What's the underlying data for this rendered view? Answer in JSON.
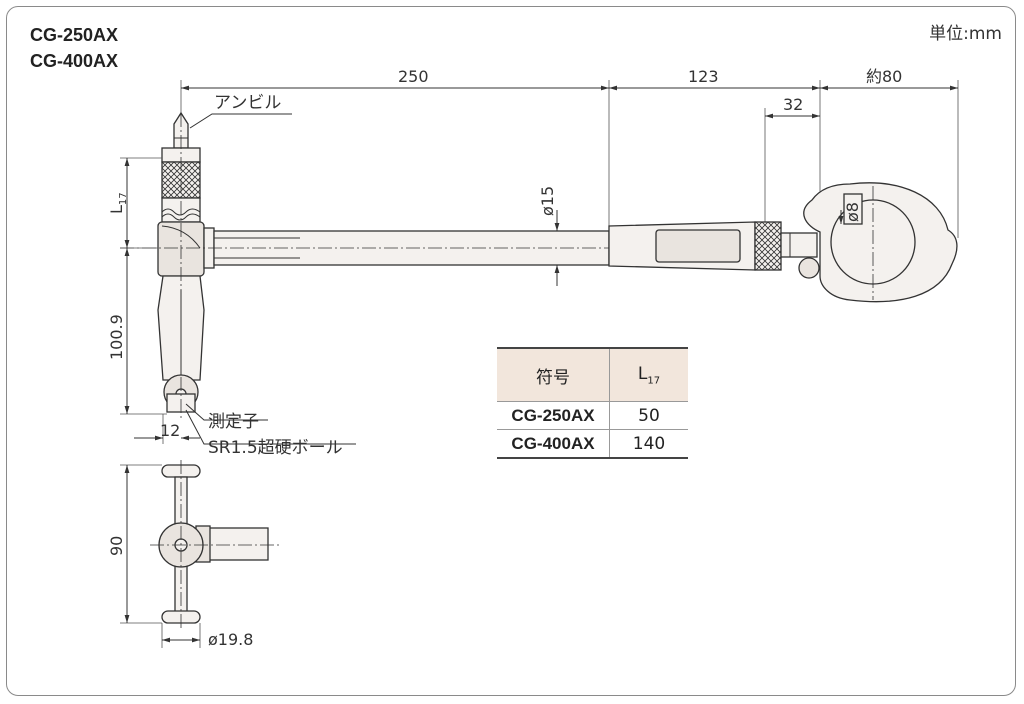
{
  "models": [
    "CG-250AX",
    "CG-400AX"
  ],
  "unit": "単位:mm",
  "dimensions": {
    "d250": "250",
    "d123": "123",
    "d80": "約80",
    "d32": "32",
    "d15": "ø15",
    "d8": "ø8",
    "d100_9": "100.9",
    "d12": "12",
    "d90": "90",
    "d19_8": "ø19.8",
    "l17": "L",
    "l17_sub": "17"
  },
  "labels": {
    "anvil": "アンビル",
    "contact": "測定子",
    "ball": "SR1.5超硬ボール"
  },
  "table": {
    "header": {
      "symbol": "符号",
      "l": "L",
      "l_sub": "17"
    },
    "rows": [
      {
        "model": "CG-250AX",
        "value": "50"
      },
      {
        "model": "CG-400AX",
        "value": "140"
      }
    ]
  }
}
